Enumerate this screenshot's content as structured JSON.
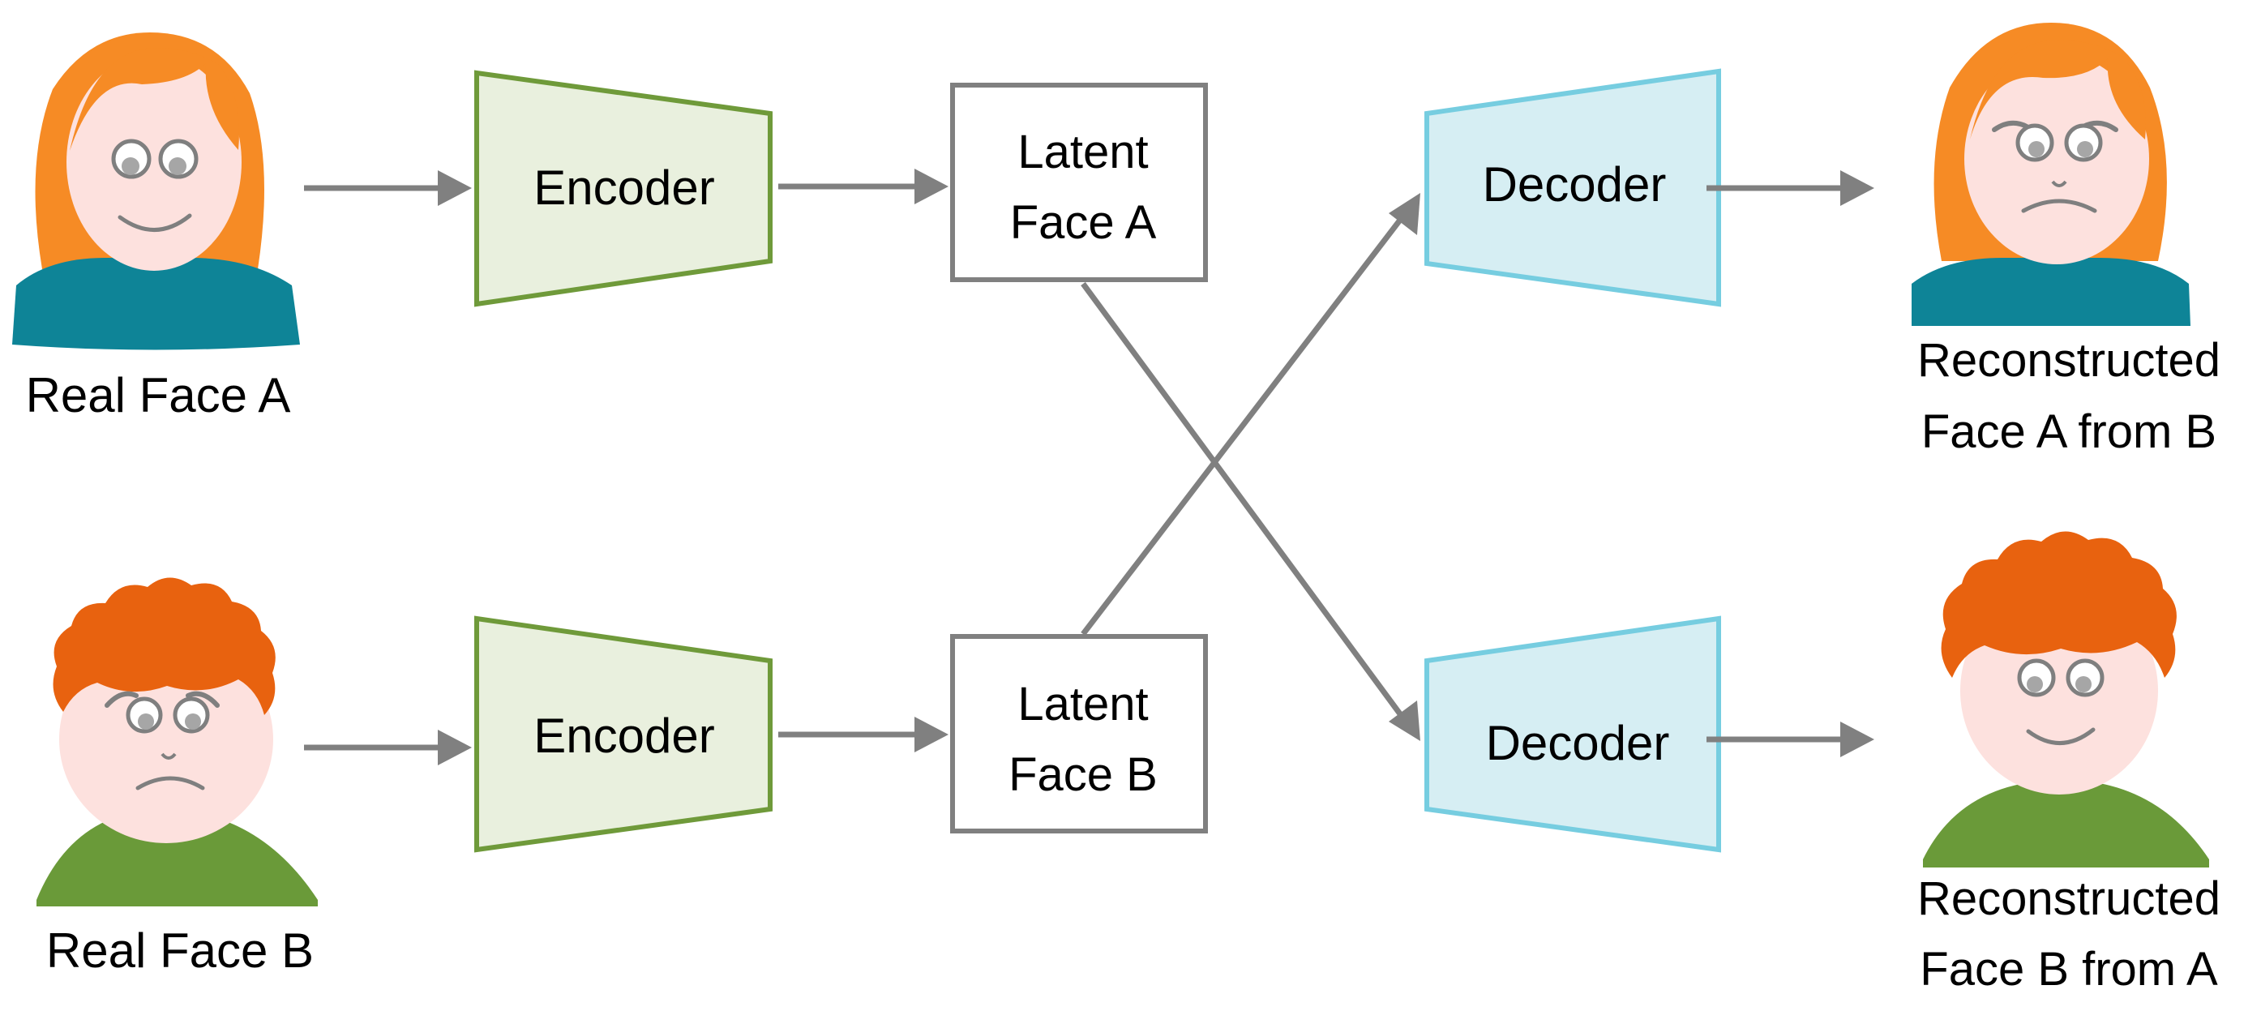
{
  "labels": {
    "real_a": "Real Face A",
    "real_b": "Real Face B",
    "encoder_a": "Encoder",
    "encoder_b": "Encoder",
    "latent_a_line1": "Latent",
    "latent_a_line2": "Face A",
    "latent_b_line1": "Latent",
    "latent_b_line2": "Face B",
    "decoder_a": "Decoder",
    "decoder_b": "Decoder",
    "recon_a_line1": "Reconstructed",
    "recon_a_line2": "Face A from B",
    "recon_b_line1": "Reconstructed",
    "recon_b_line2": "Face B from A"
  },
  "colors": {
    "encoder_fill": "#e9f0de",
    "encoder_stroke": "#6f9a3a",
    "decoder_fill": "#d6eef3",
    "decoder_stroke": "#76cde0",
    "latent_stroke": "#808080",
    "arrow": "#808080",
    "hair_a": "#f68b25",
    "shirt_a": "#0e8497",
    "hair_b": "#e8620f",
    "shirt_b": "#6a9a39",
    "skin": "#fde1de"
  }
}
